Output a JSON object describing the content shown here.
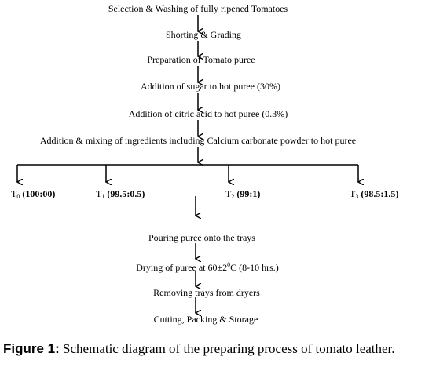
{
  "steps": [
    "Selection & Washing of fully ripened Tomatoes",
    "Shorting & Grading",
    "Preparation of Tomato puree",
    "Addition of sugar to hot puree (30%)",
    "Addition of citric acid to hot puree (0.3%)",
    "Addition & mixing of ingredients including Calcium carbonate powder to hot puree"
  ],
  "treatments": [
    {
      "letter": "T",
      "sub": "0",
      "ratio": "(100:00)"
    },
    {
      "letter": "T",
      "sub": "1",
      "ratio": "(99.5:0.5)"
    },
    {
      "letter": "T",
      "sub": "2",
      "ratio": "(99:1)"
    },
    {
      "letter": "T",
      "sub": "3",
      "ratio": "(98.5:1.5)"
    }
  ],
  "post_steps": [
    "Pouring puree onto the trays",
    "Drying of puree at 60±2",
    "Removing trays from dryers",
    "Cutting, Packing & Storage"
  ],
  "drying_suffix": {
    "sup": "0",
    "rest": "C (8-10 hrs.)"
  },
  "caption": {
    "label": "Figure 1:",
    "text": " Schematic diagram of the preparing process of tomato leather."
  }
}
